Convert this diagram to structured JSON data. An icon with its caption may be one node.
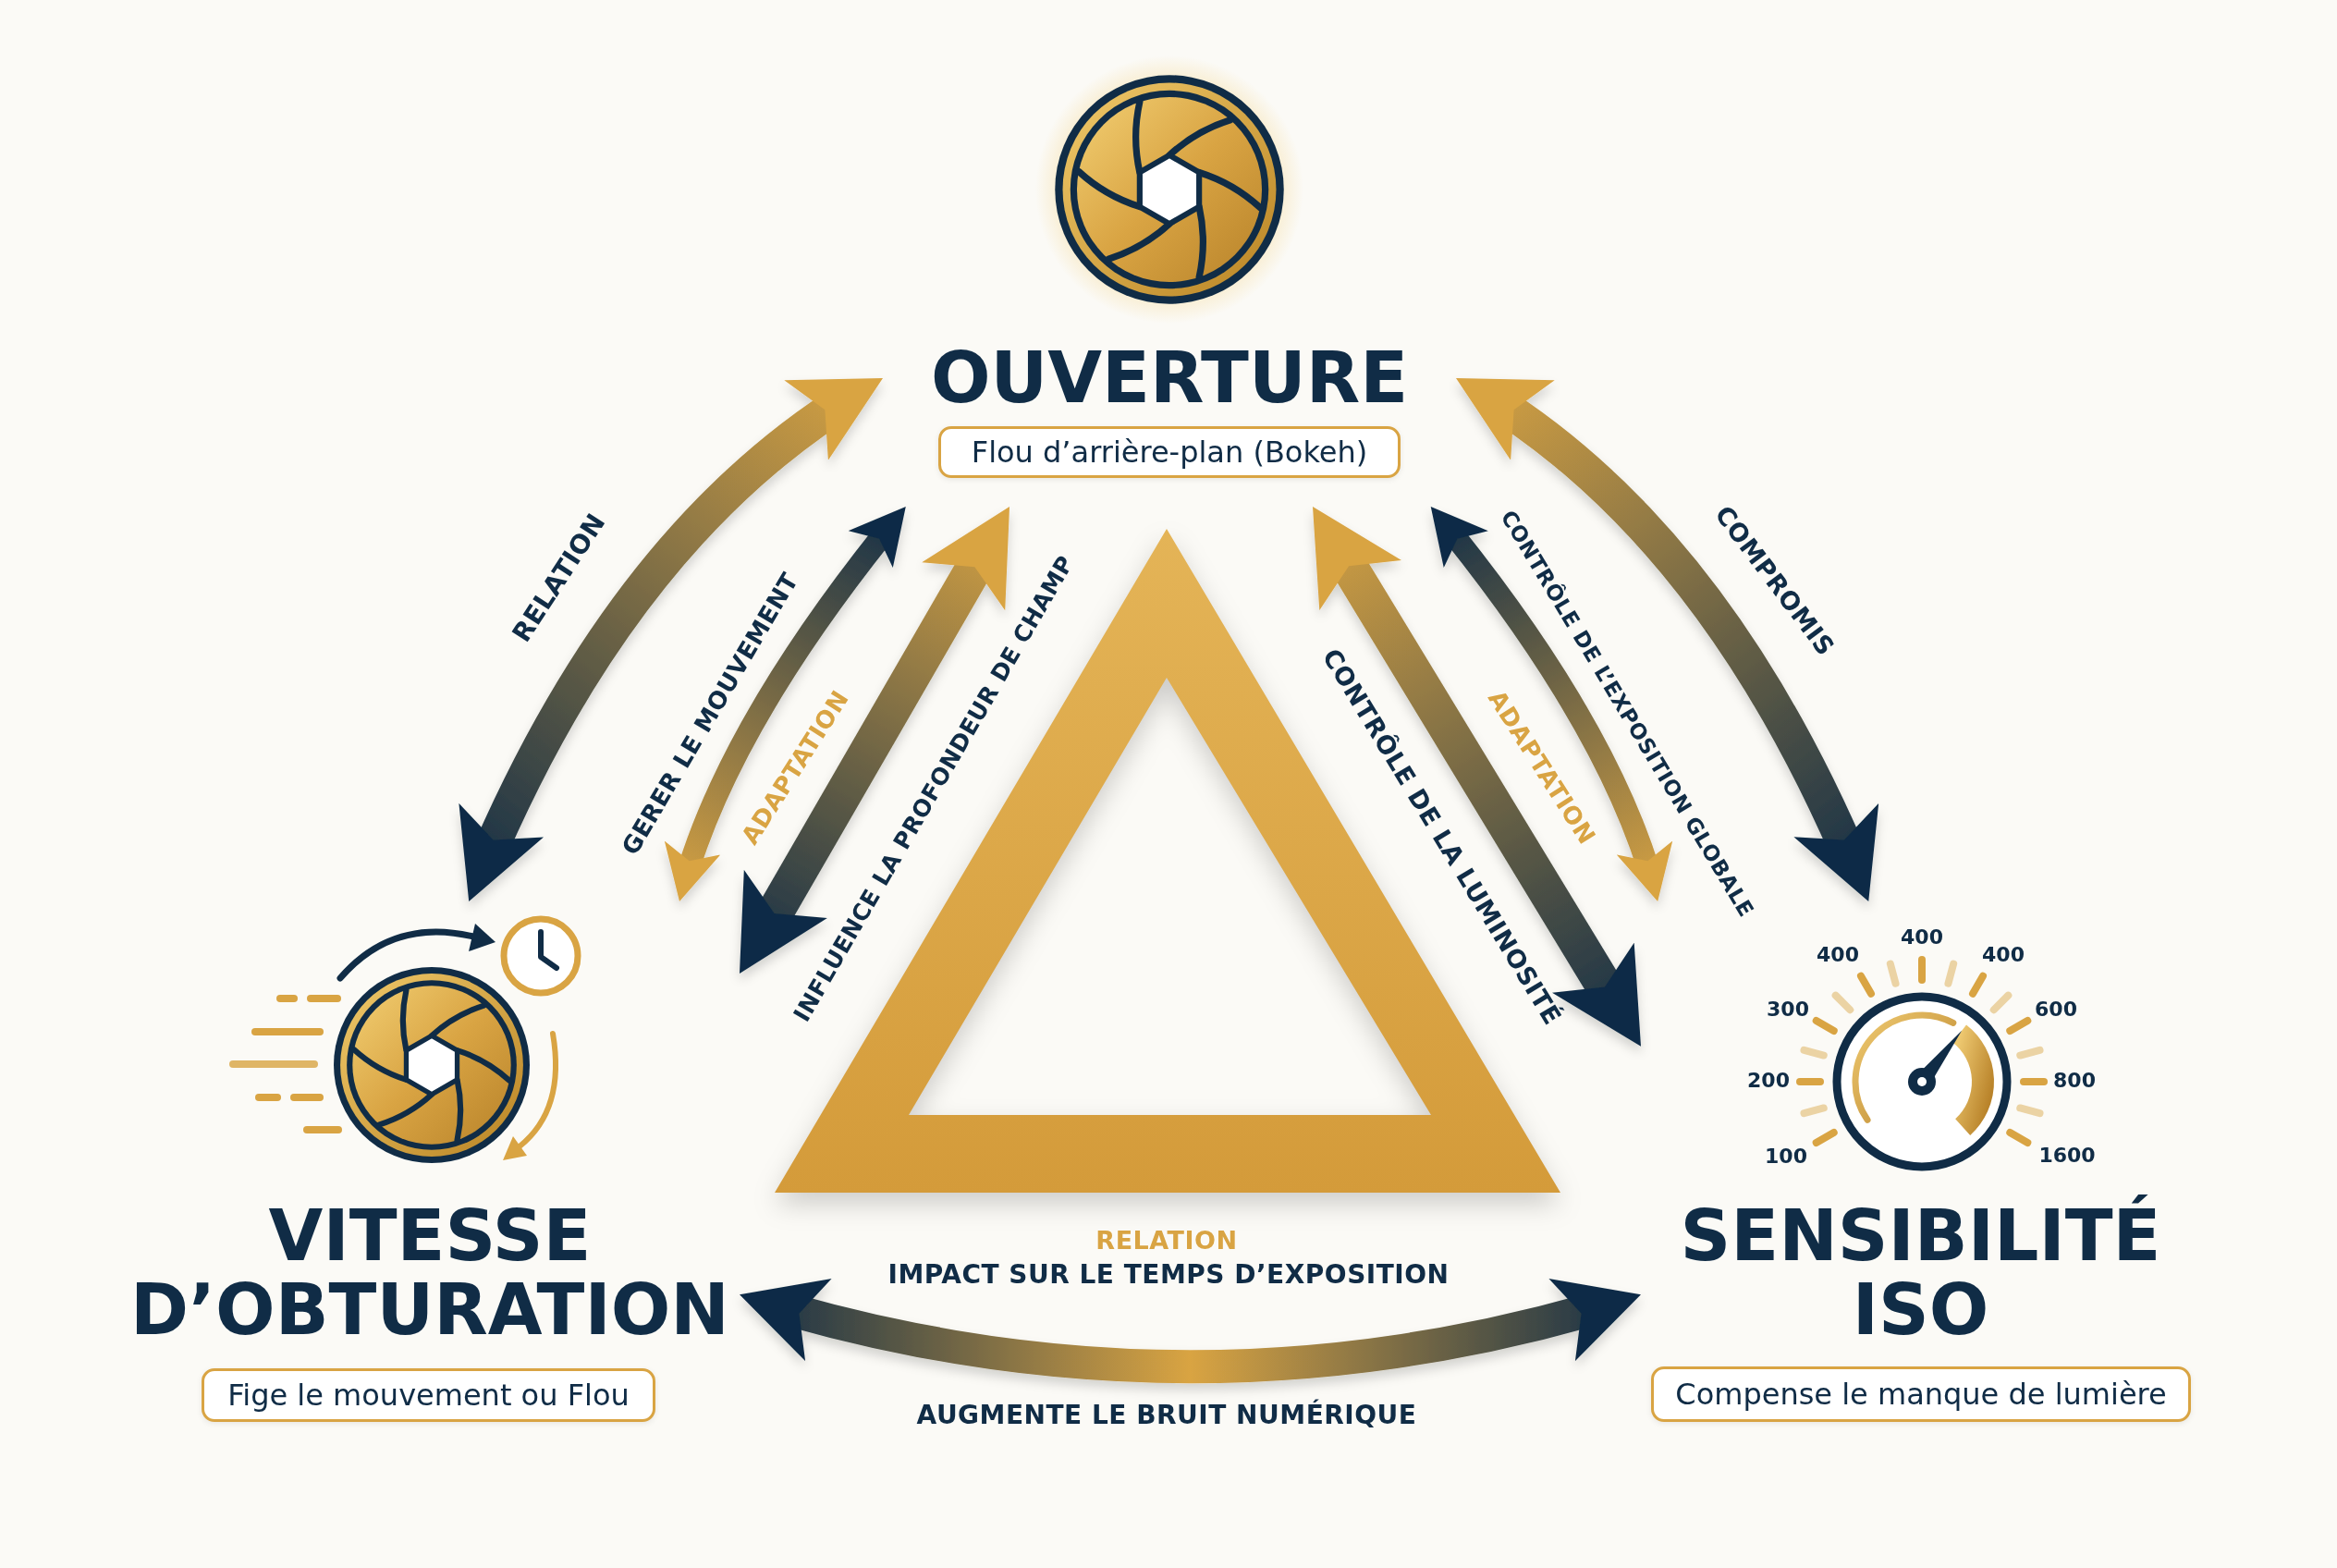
{
  "diagram": {
    "nodes": [
      {
        "text": [
          "OUVERTURE",
          "Flou d’arrière-plan (Bokeh)"
        ]
      },
      {
        "text": [
          "VITESSE D’OBTURATION",
          "Fige le mouvement ou Flou"
        ]
      },
      {
        "text": [
          "400",
          "400",
          "400",
          "300",
          "600",
          "200",
          "800",
          "100",
          "1600",
          "SENSIBILITÉ ISO",
          "Compense le manque de lumière"
        ]
      }
    ],
    "edges": [
      {
        "from": 0,
        "to": 1,
        "arrow": "both",
        "label": "RELATION"
      },
      {
        "from": 0,
        "to": 1,
        "arrow": "both",
        "label": "GERER LE MOUVEMENT"
      },
      {
        "from": 0,
        "to": 1,
        "arrow": "both",
        "label": "INFLUENCE LA PROFONDEUR DE CHAMP"
      },
      {
        "from": 0,
        "to": 2,
        "arrow": "both",
        "label": "CONTRÔLE DE LA LUMINOSITÉ"
      },
      {
        "from": 0,
        "to": 2,
        "arrow": "both",
        "label": "CONTRÔLE DE L’EXPOSITION GLOBALE"
      },
      {
        "from": 0,
        "to": 2,
        "arrow": "both",
        "label": "COMPROMIS"
      },
      {
        "from": 1,
        "to": 2,
        "arrow": "both",
        "label": "IMPACT SUR LE TEMPS D’EXPOSITION"
      }
    ],
    "labels": [
      "ADAPTATION",
      "ADAPTATION",
      "RELATION",
      "AUGMENTE LE BRUIT NUMÉRIQUE"
    ]
  }
}
